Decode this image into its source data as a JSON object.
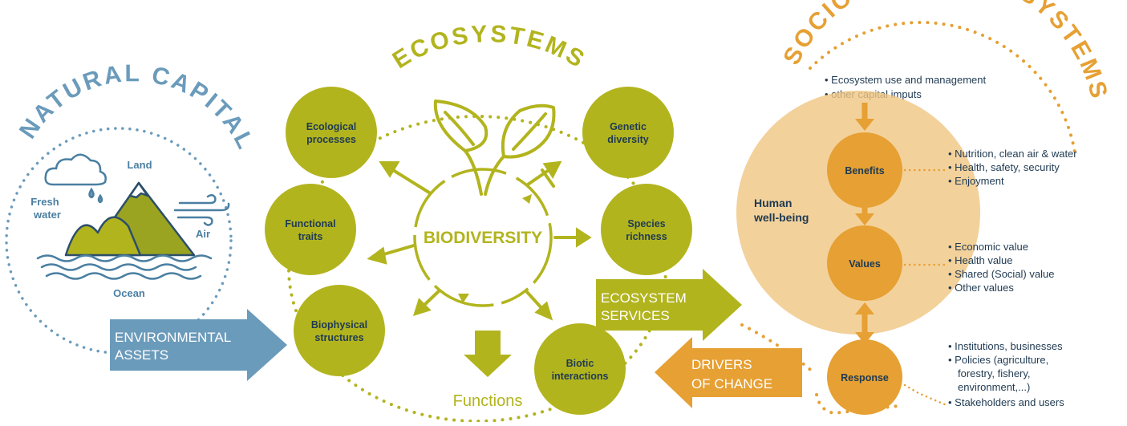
{
  "colors": {
    "blue": "#6b9bbb",
    "blue_dark": "#4a7fa1",
    "green": "#b2b41e",
    "green_dark": "#9c9e14",
    "orange": "#e6a033",
    "orange_light": "#f0c682",
    "text_dark": "#1f3a52"
  },
  "natural_capital": {
    "title": "NATURAL CAPITAL",
    "labels": [
      "Land",
      "Fresh",
      "water",
      "Air",
      "Ocean"
    ]
  },
  "ecosystems": {
    "title": "ECOSYSTEMS",
    "center": "BIODIVERSITY",
    "left_circles": [
      [
        "Ecological",
        "processes"
      ],
      [
        "Functional",
        "traits"
      ],
      [
        "Biophysical",
        "structures"
      ]
    ],
    "right_circles": [
      [
        "Genetic",
        "diversity"
      ],
      [
        "Species",
        "richness"
      ],
      [
        "Biotic",
        "interactions"
      ]
    ],
    "functions_label": "Functions"
  },
  "arrows": {
    "environmental_assets": [
      "ENVIRONMENTAL",
      "ASSETS"
    ],
    "ecosystem_services": [
      "ECOSYSTEM",
      "SERVICES"
    ],
    "drivers_of_change": [
      "DRIVERS",
      "OF CHANGE"
    ]
  },
  "socio_economic": {
    "title": "SOCIO-ECONOMIC SYSTEMS",
    "inputs": [
      "• Ecosystem use and management",
      "• other capital imputs"
    ],
    "human_wellbeing": [
      "Human",
      "well-being"
    ],
    "benefits_label": "Benefits",
    "values_label": "Values",
    "response_label": "Response",
    "benefits_list": [
      "• Nutrition, clean air & water",
      "• Health, safety, security",
      "• Enjoyment"
    ],
    "values_list": [
      "• Economic value",
      "• Health value",
      "• Shared (Social) value",
      "• Other values"
    ],
    "response_list": [
      "• Institutions, businesses",
      "• Policies (agriculture,",
      "forestry, fishery,",
      "environment,...)",
      "• Stakeholders and users"
    ]
  }
}
